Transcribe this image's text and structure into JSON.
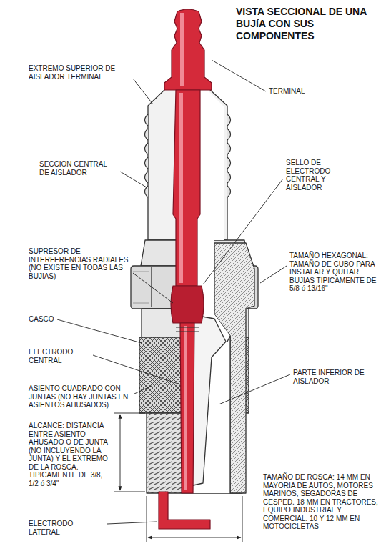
{
  "diagram": {
    "title": "VISTA SECCIONAL DE UNA BUJíA CON SUS COMPONENTES",
    "labels": [
      "TERMINAL",
      "EXTREMO SUPERIOR DE AISLADOR TERMINAL",
      "SECCION CENTRAL DE AISLADOR",
      "SELLO DE ELECTRODO CENTRAL Y AISLADOR",
      "SUPRESOR DE INTERFERENCIAS RADIALES (NO EXISTE EN TODAS LAS BUJIAS)",
      "TAMAÑO HEXAGONAL: TAMAÑO DE CUBO PARA INSTALAR Y QUITAR BUJIAS TIPICAMENTE DE 5/8 ó 13/16\"",
      "CASCO",
      "ELECTRODO CENTRAL",
      "ASIENTO CUADRADO CON JUNTAS (NO HAY JUNTAS EN ASIENTOS AHUSADOS)",
      "PARTE INFERIOR DE AISLADOR",
      "ALCANCE: DISTANCIA ENTRE ASIENTO AHUSADO O DE JUNTA (NO INCLUYENDO LA JUNTA) Y EL EXTREMO DE LA ROSCA. TIPICAMENTE DE 3/8, 1/2 ó 3/4\"",
      "ELECTRODO LATERAL",
      "TAMAÑO DE ROSCA: 14 MM EN MAYORIA DE AUTOS, MOTORES MARINOS, SEGADORAS DE CESPED. 18 MM EN TRACTORES, EQUIPO INDUSTRIAL Y COMERCIAL. 10 Y 12 MM EN MOTOCICLETAS"
    ]
  }
}
